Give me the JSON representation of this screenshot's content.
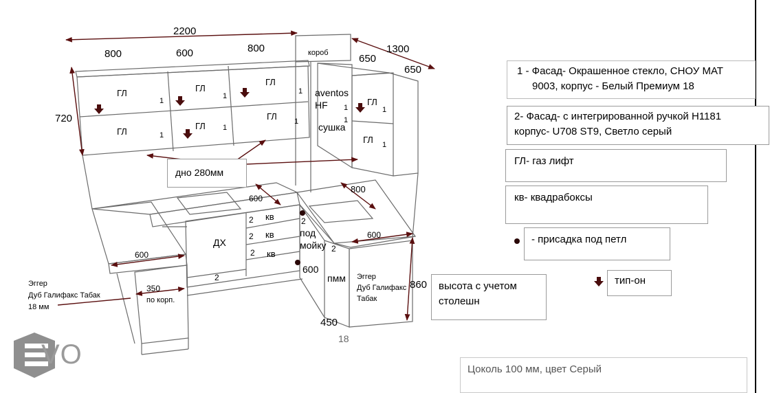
{
  "dimensions": {
    "total_width": "2200",
    "upper_left": "800",
    "upper_mid": "600",
    "upper_right": "800",
    "right_total": "1300",
    "right_a": "650",
    "right_b": "650",
    "upper_height": "720",
    "right_depth": "800",
    "sink_width": "600",
    "corner_width": "600",
    "island_width": "600",
    "shelf_depth": "350",
    "corner_depth": "600",
    "tall_height": "860",
    "bottom_depth": "450",
    "bottom_18": "18"
  },
  "labels": {
    "korob": "короб",
    "gl": "ГЛ",
    "one": "1",
    "two": "2",
    "aventos": "aventos",
    "hf": "HF",
    "sushka": "сушка",
    "dno": "дно 280мм",
    "dh": "ДХ",
    "kv": "кв",
    "pod": "под",
    "moiku": "мойку",
    "pmm": "пмм",
    "egger_right_1": "Эггер",
    "egger_right_2": "Дуб Галифакс",
    "egger_right_3": "Табак",
    "egger_left_1": "Эггер",
    "egger_left_2": "Дуб Галифакс Табак",
    "egger_left_3": "18 мм",
    "po_korp": "по корп."
  },
  "legend": {
    "item1_line1": "1 - Фасад- Окрашенное стекло, СНОУ МАТ",
    "item1_line2": "9003, корпус - Белый Премиум 18",
    "item2_line1": "2- Фасад- с интегрированной ручкой Н1181",
    "item2_line2": "корпус- U708 ST9, Светло серый",
    "gl": "ГЛ- газ лифт",
    "kv": "кв- квадрабоксы",
    "prisadka": "- присадка под петл",
    "tipon": "тип-он",
    "height_1": "высота с учетом",
    "height_2": "столешн",
    "plinth": "Цоколь 100 мм, цвет Серый"
  },
  "logo": {
    "text": "VO"
  },
  "page_number": "18",
  "colors": {
    "dimension": "#5a0f0f",
    "line": "#6b6b6b"
  }
}
